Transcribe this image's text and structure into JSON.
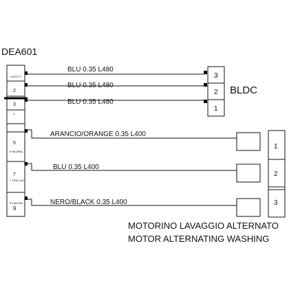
{
  "connector": {
    "name": "DEA601",
    "pins": [
      {
        "num": "1",
        "small": "1 HOST T"
      },
      {
        "num": "2",
        "small": "2"
      },
      {
        "num": "3",
        "small": "3"
      },
      {
        "num": "4",
        "small": "4"
      },
      {
        "num": "5",
        "small": "5 NEURAL"
      },
      {
        "num": "7",
        "small": "7 TRAC ALT"
      },
      {
        "num": "9",
        "small": "9 LIN/CAN"
      }
    ]
  },
  "bldc": {
    "label": "BLDC",
    "pins": [
      "3",
      "2",
      "1"
    ]
  },
  "wires": [
    {
      "label": "BLU 0.35 L480"
    },
    {
      "label": "BLU 0.35 L480"
    },
    {
      "label": "BLU 0.35 L480"
    },
    {
      "label": "ARANCIO/ORANGE 0.35 L400"
    },
    {
      "label": "BLU 0.35 L400"
    },
    {
      "label": "NERO/BLACK 0.35 L400"
    }
  ],
  "motor": {
    "pins": [
      "1",
      "2",
      "3"
    ],
    "caption_it": "MOTORINO LAVAGGIO ALTERNATO",
    "caption_en": "MOTOR ALTERNATING WASHING"
  }
}
